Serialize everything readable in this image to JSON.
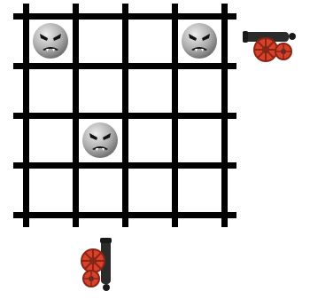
{
  "board": {
    "rows": 4,
    "cols": 4,
    "line_color": "#000000",
    "background": "#ffffff"
  },
  "pieces": [
    {
      "type": "angry-rock-face",
      "row": 0,
      "col": 0
    },
    {
      "type": "angry-rock-face",
      "row": 0,
      "col": 3
    },
    {
      "type": "angry-rock-face",
      "row": 2,
      "col": 1
    }
  ],
  "cannons": [
    {
      "type": "cannon",
      "side": "right",
      "row": 0,
      "facing": "left"
    },
    {
      "type": "cannon",
      "side": "bottom",
      "col": 1,
      "facing": "up"
    }
  ],
  "colors": {
    "rock_light": "#eeeeee",
    "rock_dark": "#6e6e6e",
    "barrel": "#2b2b2b",
    "wheel": "#d9412a",
    "wheel_dark": "#8a2414"
  }
}
